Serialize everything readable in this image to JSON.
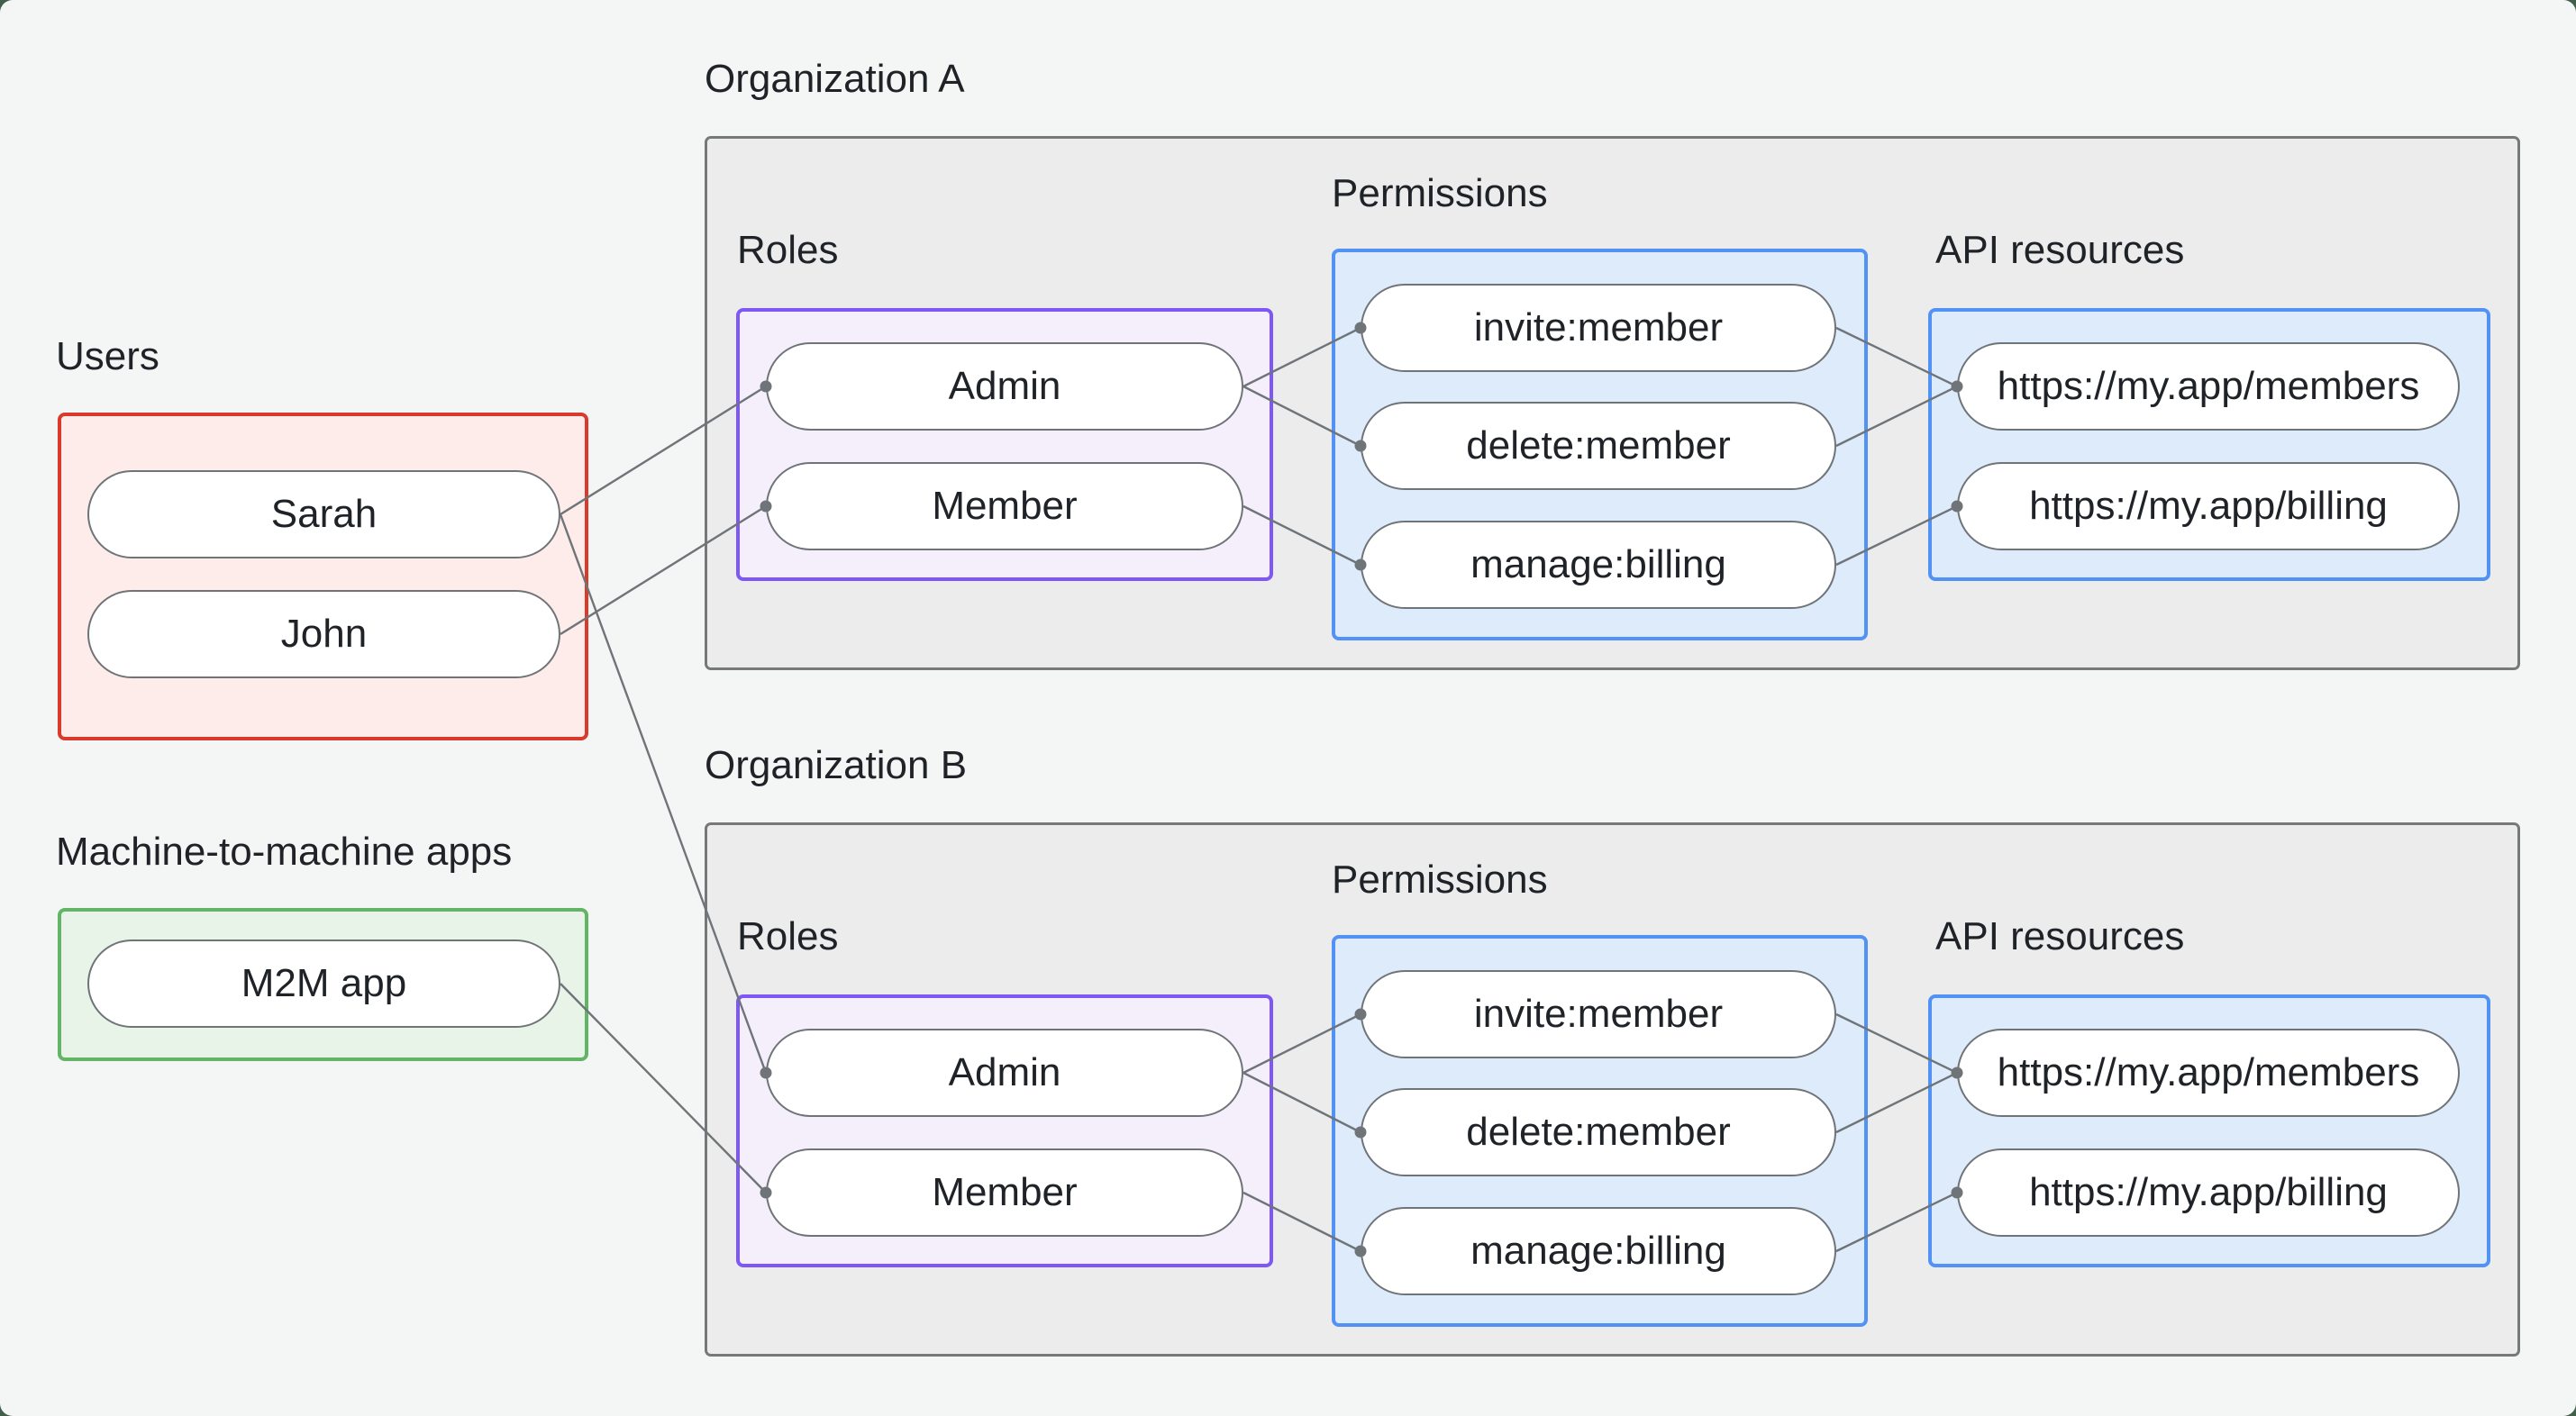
{
  "users_group": {
    "label": "Users",
    "users": [
      "Sarah",
      "John"
    ]
  },
  "m2m_group": {
    "label": "Machine-to-machine apps",
    "apps": [
      "M2M app"
    ]
  },
  "organizations": [
    {
      "label": "Organization A",
      "roles_label": "Roles",
      "permissions_label": "Permissions",
      "api_resources_label": "API resources",
      "roles": [
        "Admin",
        "Member"
      ],
      "permissions": [
        "invite:member",
        "delete:member",
        "manage:billing"
      ],
      "api_resources": [
        "https://my.app/members",
        "https://my.app/billing"
      ]
    },
    {
      "label": "Organization B",
      "roles_label": "Roles",
      "permissions_label": "Permissions",
      "api_resources_label": "API resources",
      "roles": [
        "Admin",
        "Member"
      ],
      "permissions": [
        "invite:member",
        "delete:member",
        "manage:billing"
      ],
      "api_resources": [
        "https://my.app/members",
        "https://my.app/billing"
      ]
    }
  ],
  "connections": [
    {
      "from": "Sarah",
      "to": "Organization A / Admin"
    },
    {
      "from": "Sarah",
      "to": "Organization B / Admin"
    },
    {
      "from": "John",
      "to": "Organization A / Member"
    },
    {
      "from": "M2M app",
      "to": "Organization B / Member"
    },
    {
      "from": "Organization A / Admin",
      "to": "Organization A / invite:member"
    },
    {
      "from": "Organization A / Admin",
      "to": "Organization A / delete:member"
    },
    {
      "from": "Organization A / Member",
      "to": "Organization A / manage:billing"
    },
    {
      "from": "Organization A / invite:member",
      "to": "Organization A / https://my.app/members"
    },
    {
      "from": "Organization A / delete:member",
      "to": "Organization A / https://my.app/members"
    },
    {
      "from": "Organization A / manage:billing",
      "to": "Organization A / https://my.app/billing"
    },
    {
      "from": "Organization B / Admin",
      "to": "Organization B / invite:member"
    },
    {
      "from": "Organization B / Admin",
      "to": "Organization B / delete:member"
    },
    {
      "from": "Organization B / Member",
      "to": "Organization B / manage:billing"
    },
    {
      "from": "Organization B / invite:member",
      "to": "Organization B / https://my.app/members"
    },
    {
      "from": "Organization B / delete:member",
      "to": "Organization B / https://my.app/members"
    },
    {
      "from": "Organization B / manage:billing",
      "to": "Organization B / https://my.app/billing"
    }
  ],
  "colors": {
    "canvas_bg": "#f4f6f5",
    "outer_corner": "#41604c",
    "org_fill": "#ececed",
    "org_border": "#76787a",
    "users_fill": "#fdecea",
    "users_border": "#d93a2c",
    "m2m_fill": "#e9f4e9",
    "m2m_border": "#63b467",
    "roles_fill": "#f5effc",
    "roles_border": "#7e57f4",
    "permissions_fill": "#deebfb",
    "permissions_border": "#5292f5",
    "pill_fill": "#ffffff",
    "stroke_gray": "#6f7478",
    "text": "#1f2328"
  }
}
